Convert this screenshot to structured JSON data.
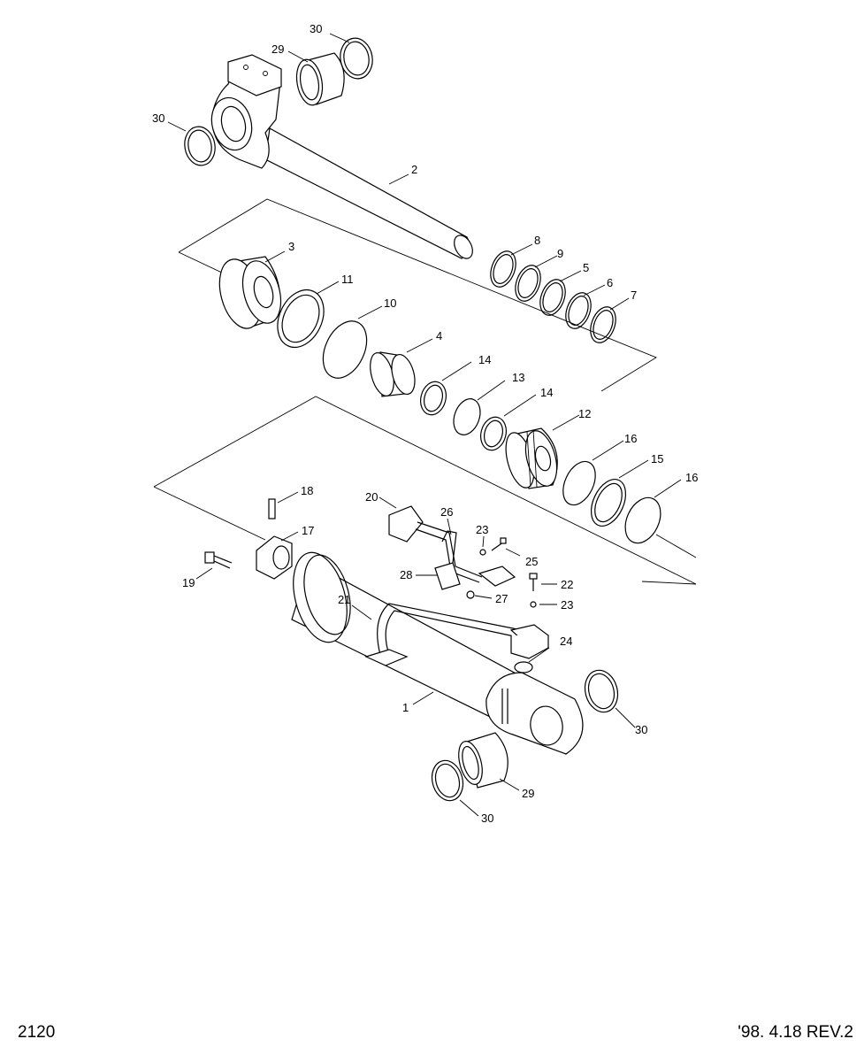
{
  "page_number": "2120",
  "revision": "'98. 4.18  REV.2",
  "part_labels": {
    "p1": "1",
    "p2": "2",
    "p3": "3",
    "p4": "4",
    "p5": "5",
    "p6": "6",
    "p7": "7",
    "p8": "8",
    "p9": "9",
    "p10": "10",
    "p11": "11",
    "p12": "12",
    "p13": "13",
    "p14a": "14",
    "p14b": "14",
    "p15": "15",
    "p16a": "16",
    "p16b": "16",
    "p17": "17",
    "p18": "18",
    "p19": "19",
    "p20": "20",
    "p21": "21",
    "p22": "22",
    "p23a": "23",
    "p23b": "23",
    "p24": "24",
    "p25": "25",
    "p26": "26",
    "p27": "27",
    "p28": "28",
    "p29a": "29",
    "p29b": "29",
    "p30a": "30",
    "p30b": "30",
    "p30c": "30",
    "p30d": "30"
  }
}
